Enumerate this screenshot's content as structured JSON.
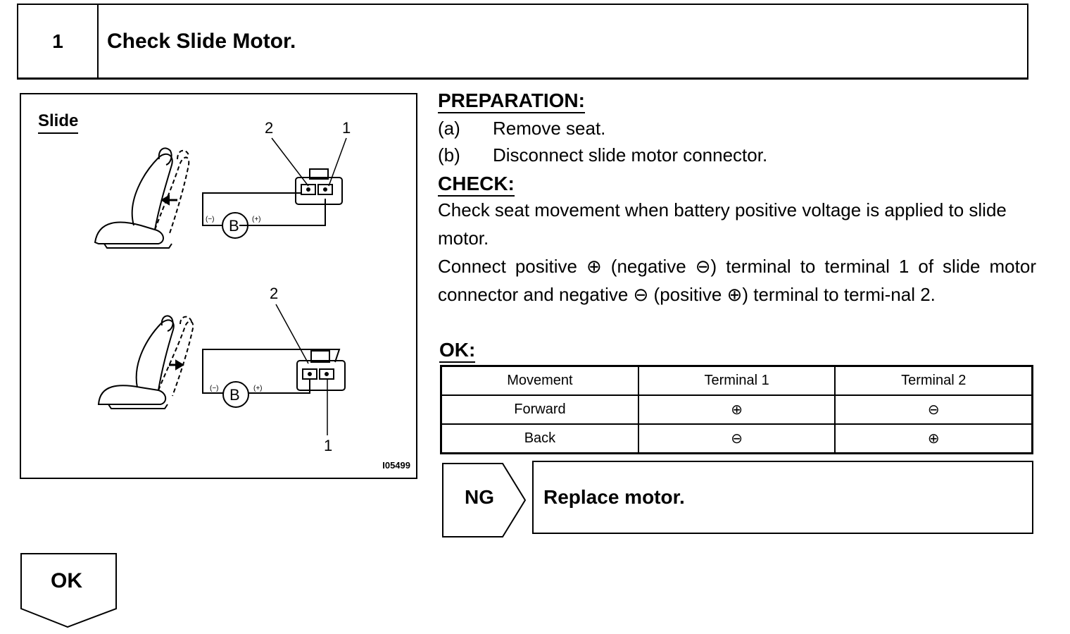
{
  "step": {
    "number": "1",
    "title": "Check Slide Motor."
  },
  "figure": {
    "label": "Slide",
    "code": "I05499",
    "top": {
      "callout_left": "2",
      "callout_right": "1",
      "battery": "B",
      "minus": "(−)",
      "plus": "(+)"
    },
    "bottom": {
      "callout_top": "2",
      "callout_bottom": "1",
      "battery": "B",
      "minus": "(−)",
      "plus": "(+)"
    }
  },
  "preparation": {
    "heading": "PREPARATION:",
    "items": [
      {
        "marker": "(a)",
        "text": "Remove seat."
      },
      {
        "marker": "(b)",
        "text": "Disconnect slide motor connector."
      }
    ]
  },
  "check": {
    "heading": "CHECK:",
    "paragraph1": "Check seat movement when battery positive voltage is applied to slide motor.",
    "paragraph2": "Connect positive ⊕ (negative ⊖) terminal to terminal 1 of slide motor connector and negative ⊖ (positive ⊕) terminal to termi-nal 2."
  },
  "ok": {
    "heading": "OK:",
    "table": {
      "headers": [
        "Movement",
        "Terminal 1",
        "Terminal 2"
      ],
      "rows": [
        [
          "Forward",
          "⊕",
          "⊖"
        ],
        [
          "Back",
          "⊖",
          "⊕"
        ]
      ]
    }
  },
  "ng": {
    "label": "NG",
    "action": "Replace motor."
  },
  "ok_branch": {
    "label": "OK"
  }
}
